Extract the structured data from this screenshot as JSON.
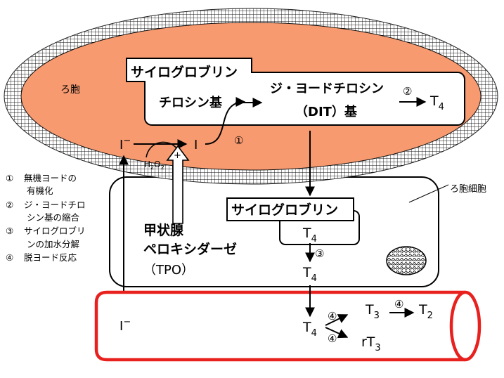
{
  "labels": {
    "lumen": "ろ胞",
    "follicular_cell": "ろ胞細胞",
    "thyroglobulin_top": "サイログロブリン",
    "thyroglobulin_cell": "サイログロブリン",
    "tyrosine_residue": "チロシン基",
    "dit_line1": "ジ・ヨードチロシン",
    "dit_line2": "（DIT）基",
    "t4_in_lumen": "T",
    "iodide_lumen": "I",
    "iodide_minus_sup": "−",
    "iodine": "I",
    "h2o2_h": "H",
    "h2o2_2a": "2",
    "h2o2_o": "O",
    "h2o2_2b": "2",
    "plus_sign": "+",
    "tpo_line1": "甲状腺",
    "tpo_line2": "ペロキシダーゼ",
    "tpo_line3": "（TPO）",
    "t4_bound": "T",
    "t4_free": "T",
    "t4_blood": "T",
    "t3": "T",
    "t2": "T",
    "rt3": "rT",
    "iodide_blood": "I",
    "sub4": "4",
    "sub3": "3",
    "sub2": "2"
  },
  "markers": {
    "step1": "①",
    "step2": "②",
    "step3": "③",
    "step4a": "④",
    "step4b": "④",
    "step4c": "④"
  },
  "legend": [
    {
      "marker": "①",
      "lines": [
        "無機ヨードの",
        "有機化"
      ]
    },
    {
      "marker": "②",
      "lines": [
        "ジ・ヨードチロ",
        "シン基の縮合"
      ]
    },
    {
      "marker": "③",
      "lines": [
        "サイログロブリ",
        "ンの加水分解"
      ]
    },
    {
      "marker": "④",
      "lines": [
        "脱ヨード反応"
      ]
    }
  ],
  "colors": {
    "lumen_fill": "#f79a70",
    "vessel_stroke": "#e8201e",
    "outline": "#000000"
  }
}
